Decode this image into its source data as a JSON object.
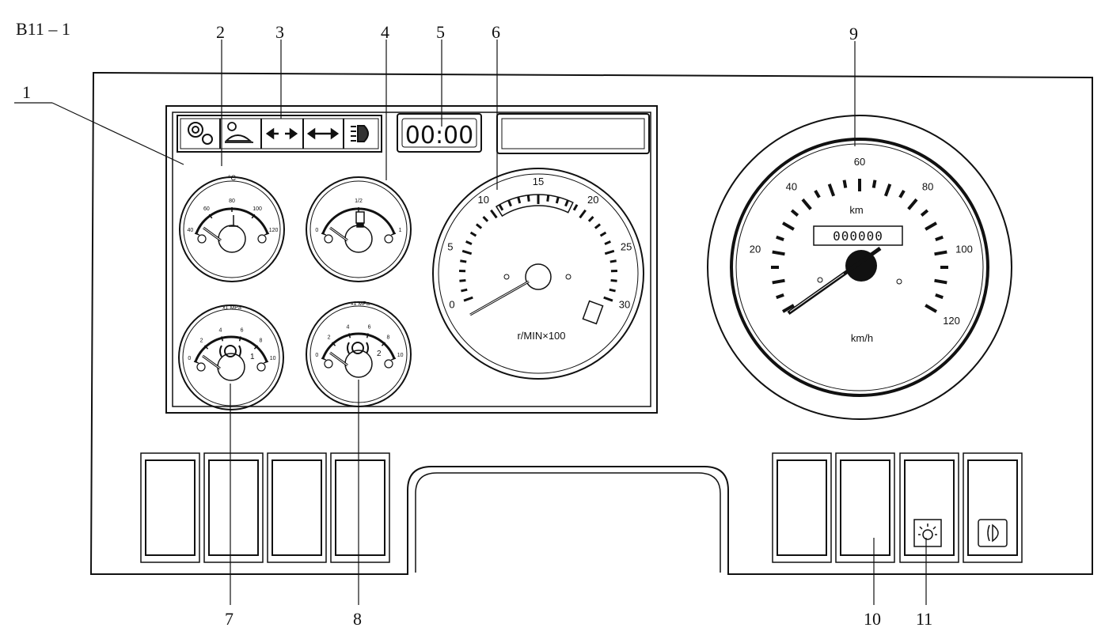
{
  "figure_id": "B11 – 1",
  "callouts": [
    "1",
    "2",
    "3",
    "4",
    "5",
    "6",
    "7",
    "8",
    "9",
    "10",
    "11"
  ],
  "clock": "00:00",
  "temperature_gauge": {
    "unit": "°C",
    "ticks": [
      "40",
      "60",
      "80",
      "100",
      "120"
    ]
  },
  "fuel_gauge": {
    "ticks": [
      "0",
      "1/2",
      "1"
    ]
  },
  "pressure_gauge_1": {
    "unit": "x1 MPa",
    "ticks": [
      "0",
      "2",
      "4",
      "6",
      "8",
      "10"
    ],
    "index": "1"
  },
  "pressure_gauge_2": {
    "unit": "x1 MPa",
    "ticks": [
      "0",
      "2",
      "4",
      "6",
      "8",
      "10"
    ],
    "index": "2"
  },
  "tachometer": {
    "ticks": [
      "0",
      "5",
      "10",
      "15",
      "20",
      "25",
      "30"
    ],
    "unit": "r/MIN×100"
  },
  "speedometer": {
    "ticks": [
      "20",
      "40",
      "60",
      "80",
      "100",
      "120"
    ],
    "unit": "km/h",
    "odometer_unit": "km",
    "odometer": "000000"
  },
  "indicator_icons": [
    "gears-icon",
    "driver-turtle-icon",
    "turn-signal-icon",
    "trailer-turn-signal-icon",
    "high-beam-icon"
  ],
  "switch_icons": [
    "work-light-icon",
    "fog-light-icon"
  ]
}
